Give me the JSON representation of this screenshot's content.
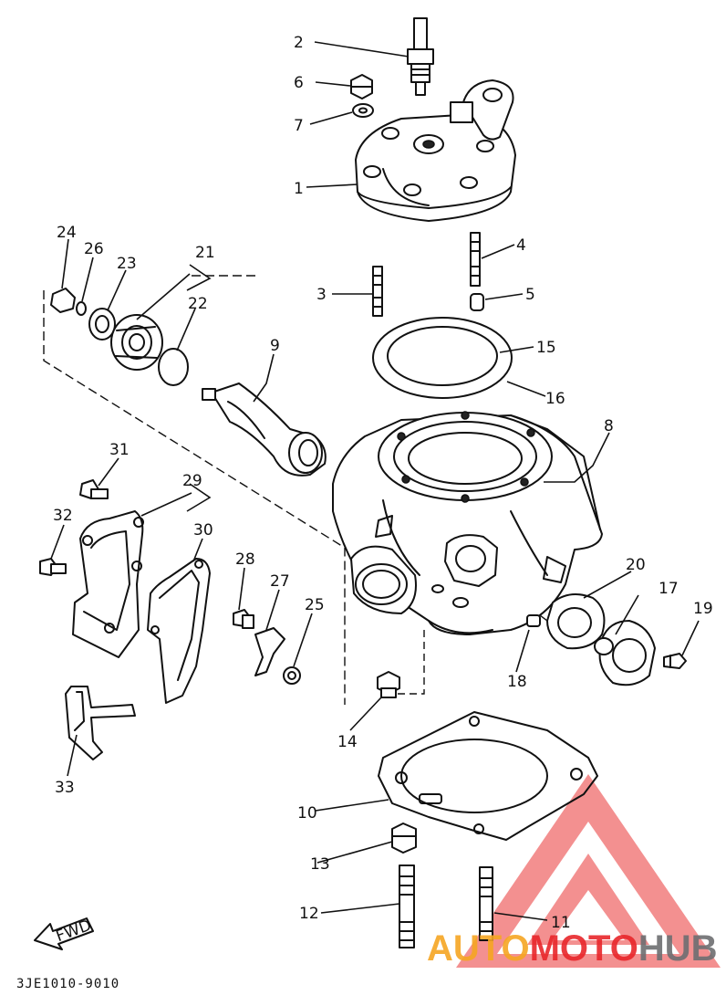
{
  "diagram": {
    "callouts": {
      "c1": "1",
      "c2": "2",
      "c3": "3",
      "c4": "4",
      "c5": "5",
      "c6": "6",
      "c7": "7",
      "c8": "8",
      "c9": "9",
      "c10": "10",
      "c11": "11",
      "c12": "12",
      "c13": "13",
      "c14": "14",
      "c15": "15",
      "c16": "16",
      "c17": "17",
      "c18": "18",
      "c19": "19",
      "c20": "20",
      "c21": "21",
      "c22": "22",
      "c23": "23",
      "c24": "24",
      "c25": "25",
      "c26": "26",
      "c27": "27",
      "c28": "28",
      "c29": "29",
      "c30": "30",
      "c31": "31",
      "c32": "32",
      "c33": "33"
    },
    "fwd_label": "FWD",
    "diagram_code": "3JE1010-9010"
  },
  "watermark": {
    "text_part1": "AUTO",
    "text_part2": "MOTO",
    "text_part3": "HUB",
    "colors": {
      "orange": "#f6a623",
      "red": "#e8262b",
      "gray": "#6d6e71",
      "triangle": "#ef6b6b"
    }
  }
}
